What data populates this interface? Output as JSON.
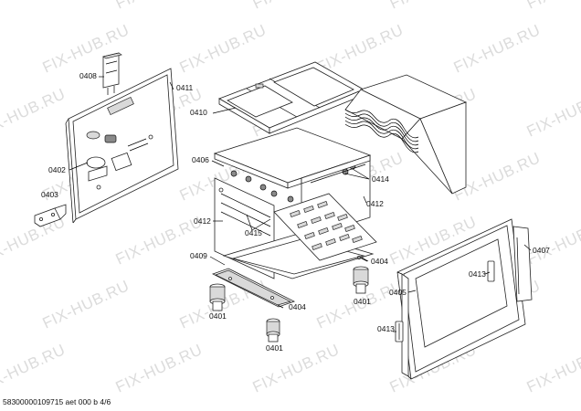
{
  "diagram": {
    "watermark": "FIX-HUB.RU",
    "footer": "58300000109715 aet 000 b 4/6",
    "part_labels": {
      "p0408": "0408",
      "p0411": "0411",
      "p0410": "0410",
      "p0402": "0402",
      "p0403": "0403",
      "p0406": "0406",
      "p0414": "0414",
      "p0412a": "0412",
      "p0412b": "0412",
      "p0415": "0415",
      "p0409": "0409",
      "p0404a": "0404",
      "p0404b": "0404",
      "p0407": "0407",
      "p0413a": "0413",
      "p0413b": "0413",
      "p0405": "0405",
      "p0401a": "0401",
      "p0401b": "0401",
      "p0401c": "0401"
    }
  }
}
